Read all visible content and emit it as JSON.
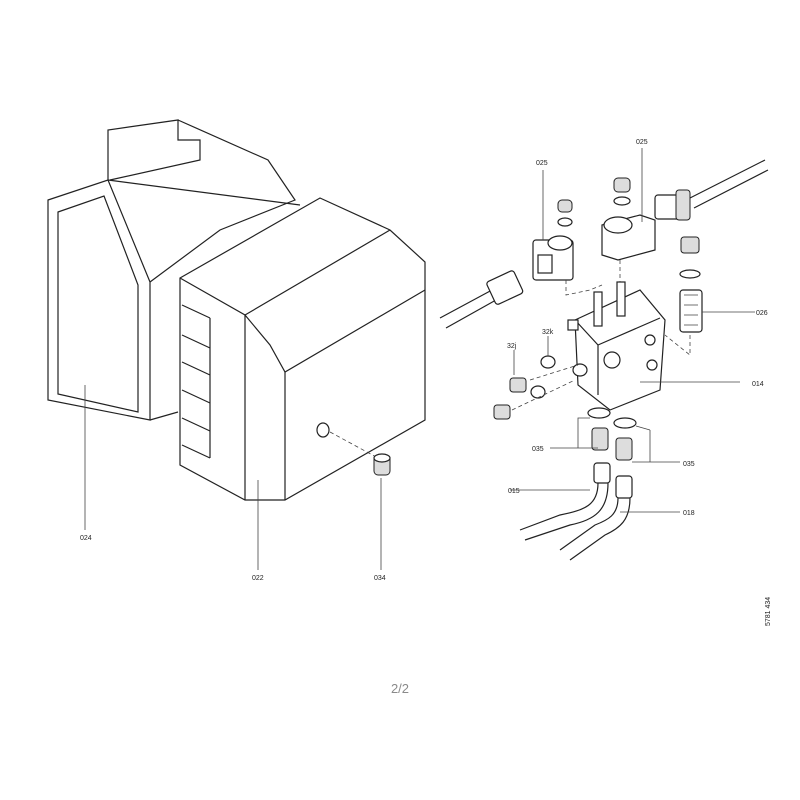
{
  "labels": {
    "p024": "024",
    "p022": "022",
    "p034": "034",
    "p025a": "025",
    "p025b": "025",
    "p026": "026",
    "p32k": "32k",
    "p32j": "32j",
    "p014": "014",
    "p035a": "035",
    "p035b": "035",
    "p015": "015",
    "p018": "018",
    "doc_number": "5781 434"
  },
  "viewer": {
    "page_indicator": "2/2"
  }
}
